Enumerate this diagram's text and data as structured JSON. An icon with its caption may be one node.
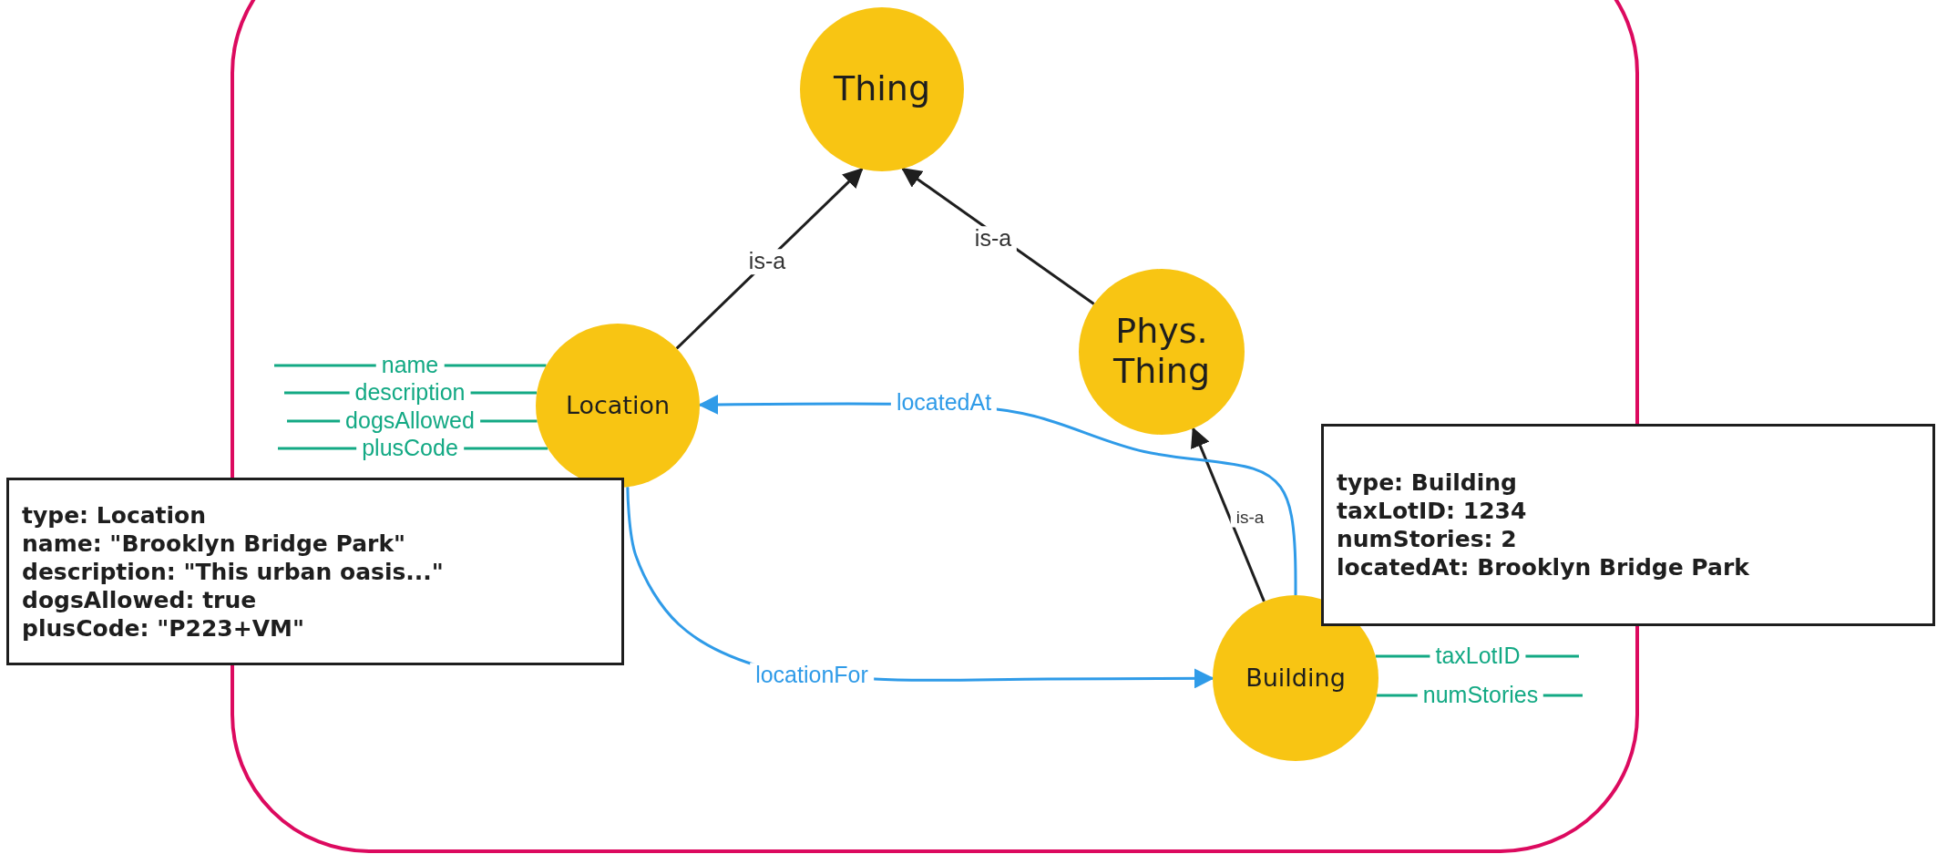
{
  "diagram": {
    "nodes": [
      {
        "text": [
          "Thing"
        ]
      },
      {
        "text": [
          "Location"
        ]
      },
      {
        "text": [
          "Phys. Thing"
        ]
      },
      {
        "text": [
          "Building"
        ]
      },
      {
        "text": [
          "type: Location",
          "name: \"Brooklyn Bridge Park\"",
          "description: \"This urban oasis...\"",
          "dogsAllowed: true",
          "plusCode: \"P223+VM\""
        ]
      },
      {
        "text": [
          "type: Building",
          "taxLotID: 1234",
          "numStories: 2",
          "locatedAt: Brooklyn Bridge Park"
        ]
      }
    ],
    "edges": [
      {
        "from": 1,
        "to": 0,
        "arrow": "to",
        "label": "is-a",
        "color": "#1e1e1e"
      },
      {
        "from": 2,
        "to": 0,
        "arrow": "to",
        "label": "is-a",
        "color": "#1e1e1e"
      },
      {
        "from": 3,
        "to": 2,
        "arrow": "to",
        "label": "is-a",
        "color": "#1e1e1e"
      },
      {
        "from": 3,
        "to": 1,
        "arrow": "to",
        "label": "locatedAt",
        "color": "#2f9be8"
      },
      {
        "from": 1,
        "to": 3,
        "arrow": "to",
        "label": "locationFor",
        "color": "#2f9be8"
      },
      {
        "from": 1,
        "to": null,
        "arrow": "none",
        "label": "name",
        "color": "#13a984"
      },
      {
        "from": 1,
        "to": null,
        "arrow": "none",
        "label": "description",
        "color": "#13a984"
      },
      {
        "from": 1,
        "to": null,
        "arrow": "none",
        "label": "dogsAllowed",
        "color": "#13a984"
      },
      {
        "from": 1,
        "to": null,
        "arrow": "none",
        "label": "plusCode",
        "color": "#13a984"
      },
      {
        "from": 3,
        "to": null,
        "arrow": "none",
        "label": "taxLotID",
        "color": "#13a984"
      },
      {
        "from": 3,
        "to": null,
        "arrow": "none",
        "label": "numStories",
        "color": "#13a984"
      }
    ]
  }
}
